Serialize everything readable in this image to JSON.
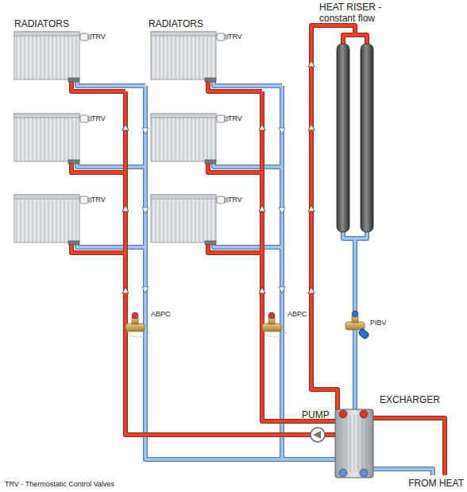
{
  "diagram": {
    "labels": [
      "RADIATORS",
      "RADIATORS",
      "TRV",
      "TRV",
      "TRV",
      "TRV",
      "TRV",
      "TRV",
      "HEAT RISER - constant flow",
      "ABPC",
      "ABPC",
      "PIBV",
      "EXCHARGER",
      "PUMP",
      "FROM HEAT",
      "TRV - Thermostatic Control Valves"
    ]
  }
}
